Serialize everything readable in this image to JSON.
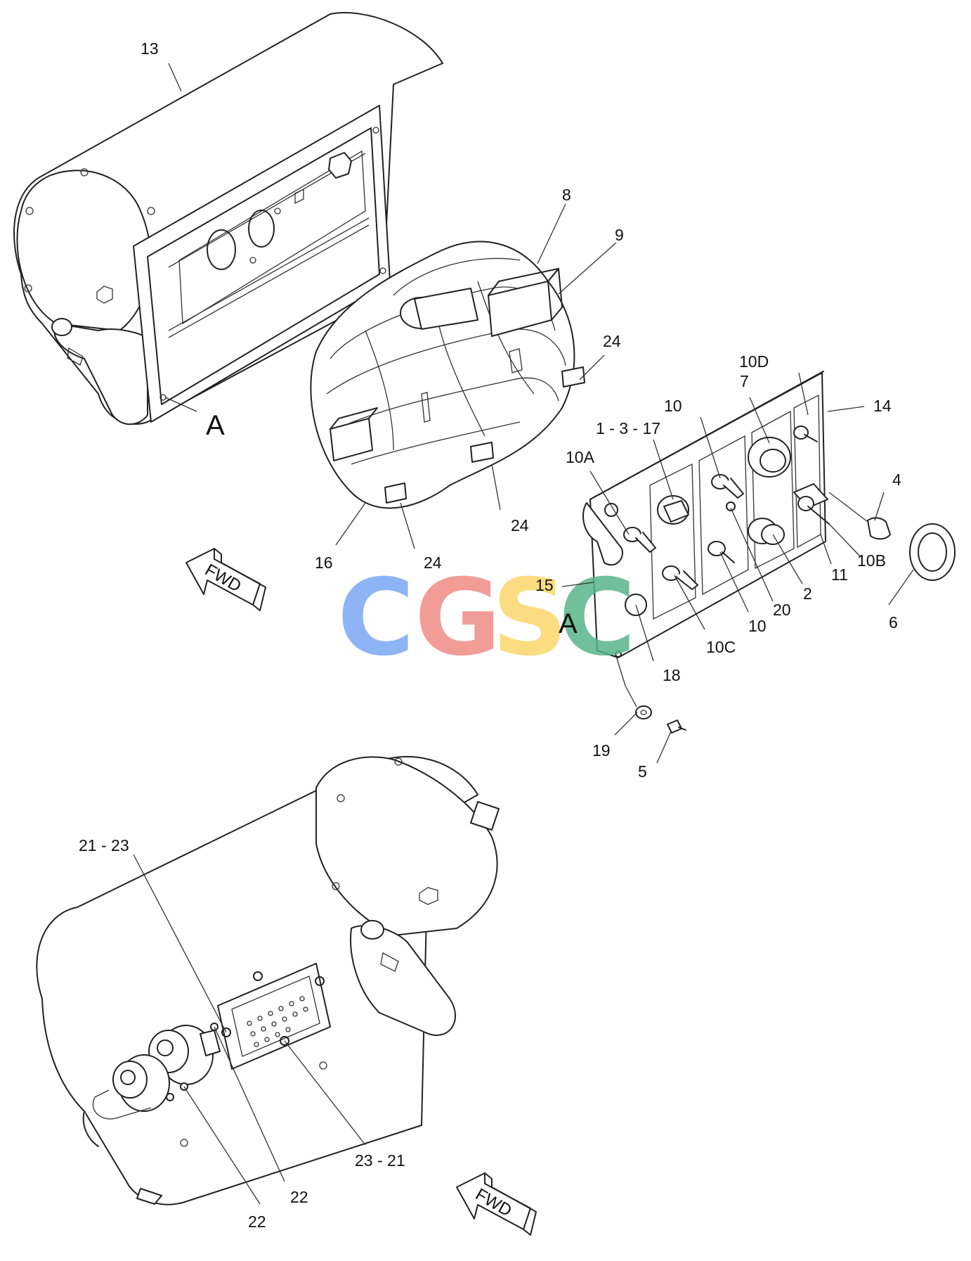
{
  "callouts": [
    {
      "id": "13",
      "text": "13"
    },
    {
      "id": "8",
      "text": "8"
    },
    {
      "id": "9",
      "text": "9"
    },
    {
      "id": "24a",
      "text": "24"
    },
    {
      "id": "10D",
      "text": "10D"
    },
    {
      "id": "14",
      "text": "14"
    },
    {
      "id": "7",
      "text": "7"
    },
    {
      "id": "10a",
      "text": "10"
    },
    {
      "id": "1-3-17",
      "text": "1 - 3 - 17"
    },
    {
      "id": "10A",
      "text": "10A"
    },
    {
      "id": "4",
      "text": "4"
    },
    {
      "id": "10B",
      "text": "10B"
    },
    {
      "id": "11",
      "text": "11"
    },
    {
      "id": "2",
      "text": "2"
    },
    {
      "id": "20",
      "text": "20"
    },
    {
      "id": "10b",
      "text": "10"
    },
    {
      "id": "10C",
      "text": "10C"
    },
    {
      "id": "6",
      "text": "6"
    },
    {
      "id": "15",
      "text": "15"
    },
    {
      "id": "18",
      "text": "18"
    },
    {
      "id": "19",
      "text": "19"
    },
    {
      "id": "5",
      "text": "5"
    },
    {
      "id": "24b",
      "text": "24"
    },
    {
      "id": "24c",
      "text": "24"
    },
    {
      "id": "16",
      "text": "16"
    },
    {
      "id": "21-23",
      "text": "21 - 23"
    },
    {
      "id": "23-21",
      "text": "23 - 21"
    },
    {
      "id": "22a",
      "text": "22"
    },
    {
      "id": "22b",
      "text": "22"
    }
  ],
  "view_markers": {
    "a_left": "A",
    "a_right": "A"
  },
  "fwd_arrows": {
    "top": "FWD",
    "bottom": "FWD"
  },
  "watermark": {
    "letters": [
      "C",
      "G",
      "S",
      "C"
    ],
    "colors": [
      "#7aa7f5",
      "#f08b85",
      "#fbd66a",
      "#58b489"
    ]
  }
}
